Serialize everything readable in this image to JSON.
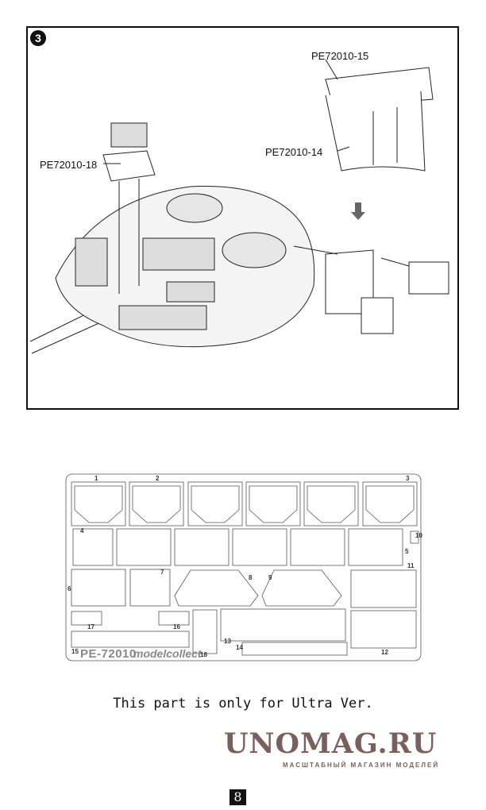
{
  "step": {
    "number": "3"
  },
  "callouts": {
    "c15": "PE72010-15",
    "c14": "PE72010-14",
    "c18": "PE72010-18"
  },
  "fret": {
    "code": "PE-72010",
    "brand": "modelcollect",
    "part_labels": [
      "1",
      "2",
      "3",
      "4",
      "5",
      "6",
      "7",
      "8",
      "9",
      "10",
      "11",
      "12",
      "13",
      "14",
      "15",
      "16",
      "17",
      "18"
    ]
  },
  "note": "This part is only for Ultra Ver.",
  "watermark": {
    "title": "UNOMAG.RU",
    "subtitle": "МАСШТАБНЫЙ МАГАЗИН МОДЕЛЕЙ"
  },
  "page_number": "8"
}
